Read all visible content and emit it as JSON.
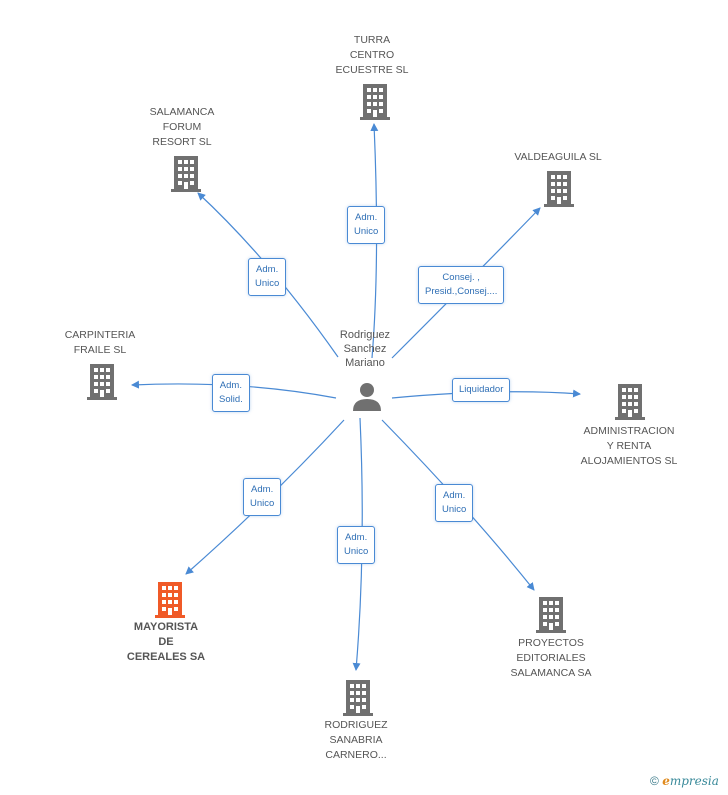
{
  "center": {
    "name": "Rodriguez\nSanchez\nMariano"
  },
  "companies": [
    {
      "id": "turra",
      "label": "TURRA\nCENTRO\nECUESTRE SL",
      "highlight": false
    },
    {
      "id": "salamanca",
      "label": "SALAMANCA\nFORUM\nRESORT SL",
      "highlight": false
    },
    {
      "id": "valdeaguila",
      "label": "VALDEAGUILA SL",
      "highlight": false
    },
    {
      "id": "carpinteria",
      "label": "CARPINTERIA\nFRAILE SL",
      "highlight": false
    },
    {
      "id": "administracion",
      "label": "ADMINISTRACION\nY RENTA\nALOJAMIENTOS SL",
      "highlight": false
    },
    {
      "id": "mayorista",
      "label": "MAYORISTA\nDE\nCEREALES SA",
      "highlight": true
    },
    {
      "id": "proyectos",
      "label": "PROYECTOS\nEDITORIALES\nSALAMANCA SA",
      "highlight": false
    },
    {
      "id": "rodriguez",
      "label": "RODRIGUEZ\nSANABRIA\nCARNERO...",
      "highlight": false
    }
  ],
  "edges": [
    {
      "to": "turra",
      "label": "Adm.\nUnico"
    },
    {
      "to": "salamanca",
      "label": "Adm.\nUnico"
    },
    {
      "to": "valdeaguila",
      "label": "Consej. ,\nPresid.,Consej...."
    },
    {
      "to": "carpinteria",
      "label": "Adm.\nSolid."
    },
    {
      "to": "administracion",
      "label": "Liquidador"
    },
    {
      "to": "mayorista",
      "label": "Adm.\nUnico"
    },
    {
      "to": "proyectos",
      "label": "Adm.\nUnico"
    },
    {
      "to": "rodriguez",
      "label": "Adm.\nUnico"
    }
  ],
  "colors": {
    "edge": "#4a8ad4",
    "building": "#707070",
    "building_highlight": "#f05a28"
  },
  "footer": {
    "copyright": "©",
    "brand_e": "e",
    "brand_rest": "mpresia"
  }
}
